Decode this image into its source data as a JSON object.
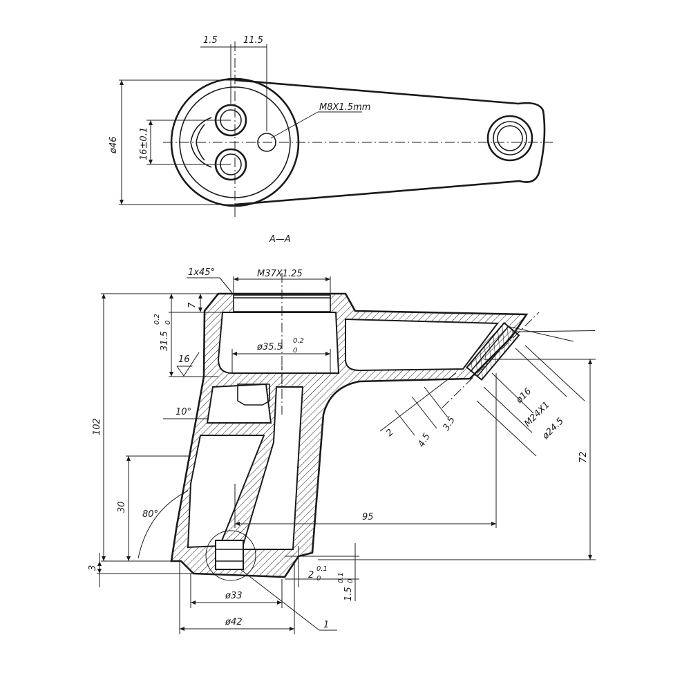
{
  "top_view": {
    "dim_15": "1.5",
    "dim_115": "11.5",
    "thread_small": "M8X1.5mm",
    "dia_46": "ø46",
    "dim_16": "16±0.1"
  },
  "section_label": "A—A",
  "section_view": {
    "chamfer": "1x45°",
    "thread_main": "M37X1.25",
    "dim_7": "7",
    "dim_315": "31.5",
    "tol_315": "0.2",
    "tol_315_low": "0",
    "dim_16": "16",
    "dia_355": "ø35.5",
    "tol_355": "0.2",
    "tol_355_low": "0",
    "angle_10": "10°",
    "dim_102": "102",
    "dim_30": "30",
    "angle_80": "80°",
    "dim_95": "95",
    "dim_72": "72",
    "dia_16": "ø16",
    "thread_outlet": "M24X1",
    "dia_245": "ø24.5",
    "dim_2": "2",
    "dim_45": "4.5",
    "dim_35": "3.5",
    "dim_3": "3",
    "dia_33": "ø33",
    "dia_42": "ø42",
    "dim_2b": "2",
    "tol_2b": "0.1",
    "tol_2b_low": "0",
    "dim_15b": "1.5",
    "tol_15b": "0.1",
    "tol_15b_low": "0",
    "callout": "1"
  }
}
